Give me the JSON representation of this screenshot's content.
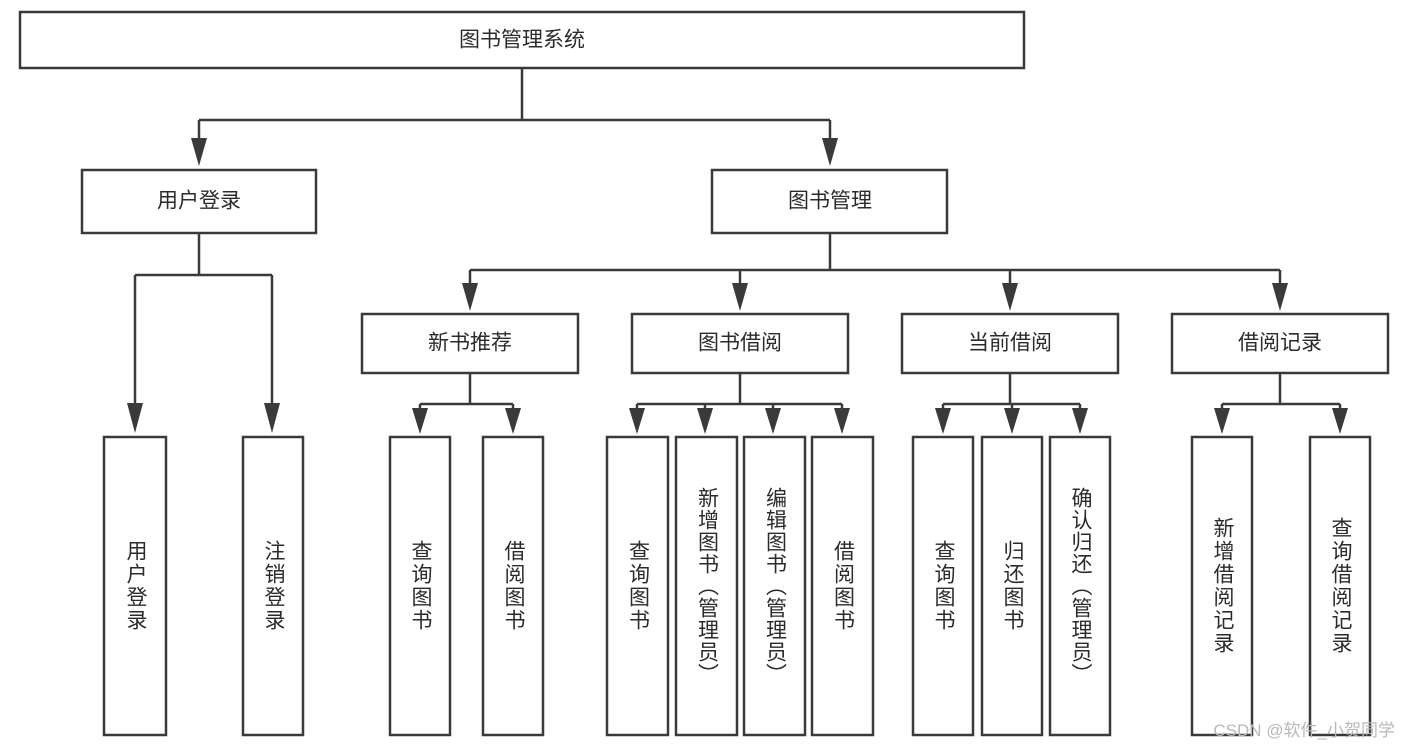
{
  "diagram": {
    "type": "tree-hierarchy",
    "title": "图书管理系统",
    "watermark": "CSDN @软件_小贺同学",
    "colors": {
      "box_stroke": "#3a3a3a",
      "box_fill": "#ffffff",
      "connector": "#3a3a3a",
      "text": "#2b2b2b",
      "watermark": "#b9b9b9",
      "background": "#ffffff"
    },
    "root": {
      "id": "root",
      "label": "图书管理系统",
      "orientation": "horizontal"
    },
    "level2": [
      {
        "id": "user-login",
        "label": "用户登录",
        "orientation": "horizontal"
      },
      {
        "id": "book-management",
        "label": "图书管理",
        "orientation": "horizontal"
      }
    ],
    "level3": [
      {
        "id": "new-book-recommend",
        "label": "新书推荐",
        "orientation": "horizontal",
        "parent": "book-management"
      },
      {
        "id": "book-borrow",
        "label": "图书借阅",
        "orientation": "horizontal",
        "parent": "book-management"
      },
      {
        "id": "current-borrow",
        "label": "当前借阅",
        "orientation": "horizontal",
        "parent": "book-management"
      },
      {
        "id": "borrow-record",
        "label": "借阅记录",
        "orientation": "horizontal",
        "parent": "book-management"
      }
    ],
    "leaves": [
      {
        "id": "leaf-user-login",
        "label": "用户登录",
        "orientation": "vertical",
        "parent": "user-login"
      },
      {
        "id": "leaf-logout-login",
        "label": "注销登录",
        "orientation": "vertical",
        "parent": "user-login"
      },
      {
        "id": "leaf-query-book-1",
        "label": "查询图书",
        "orientation": "vertical",
        "parent": "new-book-recommend"
      },
      {
        "id": "leaf-borrow-book-1",
        "label": "借阅图书",
        "orientation": "vertical",
        "parent": "new-book-recommend"
      },
      {
        "id": "leaf-query-book-2",
        "label": "查询图书",
        "orientation": "vertical",
        "parent": "book-borrow"
      },
      {
        "id": "leaf-add-book",
        "label": "新增图书（管理员）",
        "orientation": "vertical",
        "parent": "book-borrow"
      },
      {
        "id": "leaf-edit-book",
        "label": "编辑图书（管理员）",
        "orientation": "vertical",
        "parent": "book-borrow"
      },
      {
        "id": "leaf-borrow-book-2",
        "label": "借阅图书",
        "orientation": "vertical",
        "parent": "book-borrow"
      },
      {
        "id": "leaf-query-book-3",
        "label": "查询图书",
        "orientation": "vertical",
        "parent": "current-borrow"
      },
      {
        "id": "leaf-return-book",
        "label": "归还图书",
        "orientation": "vertical",
        "parent": "current-borrow"
      },
      {
        "id": "leaf-confirm-return",
        "label": "确认归还（管理员）",
        "orientation": "vertical",
        "parent": "current-borrow"
      },
      {
        "id": "leaf-add-record",
        "label": "新增借阅记录",
        "orientation": "vertical",
        "parent": "borrow-record"
      },
      {
        "id": "leaf-query-record",
        "label": "查询借阅记录",
        "orientation": "vertical",
        "parent": "borrow-record"
      }
    ]
  }
}
